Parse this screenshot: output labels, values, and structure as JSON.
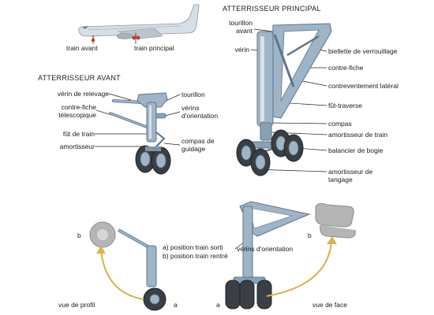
{
  "aircraft": {
    "labels": {
      "nose": "train avant",
      "main": "train principal"
    }
  },
  "nose_gear": {
    "title": "ATTERRISSEUR AVANT",
    "labels": {
      "retraction_jack": "vérin de relevage",
      "telescopic_brace": "contre-fiche télescopique",
      "shock_strut": "fût de train",
      "shock_absorber": "amortisseur",
      "trunnion": "tourillon",
      "steering_jacks": "vérins d'orientation",
      "torque_links": "compas de guidage"
    }
  },
  "main_gear": {
    "title": "ATTERRISSEUR PRINCIPAL",
    "labels": {
      "front_trunnion": "tourillon avant",
      "actuator": "vérin",
      "locking_link": "biellette de verrouillage",
      "drag_strut": "contre-fiche",
      "side_brace": "contreventement latéral",
      "crossbeam_strut": "fût-traverse",
      "compass": "compas",
      "shock_absorber": "amortisseur de train",
      "bogie_beam": "balancier de bogie",
      "pitch_damper": "amortisseur de tangage"
    }
  },
  "positions": {
    "a": "a) position train sorti",
    "b": "b) position train rentré",
    "steering": "vérins d'orientation"
  },
  "views": {
    "side": "vue de profil",
    "front": "vue de face",
    "a_left": "a",
    "b_left": "b",
    "a_right": "a",
    "b_right": "b"
  },
  "colors": {
    "metal": "#9fb4c6",
    "metal_dark": "#5f7487",
    "tire": "#3a3f45",
    "arrow": "#d9b24a",
    "ghost": "#b5b5b5",
    "aircraft_body": "#d7dee6",
    "gear_red": "#c0392b"
  }
}
